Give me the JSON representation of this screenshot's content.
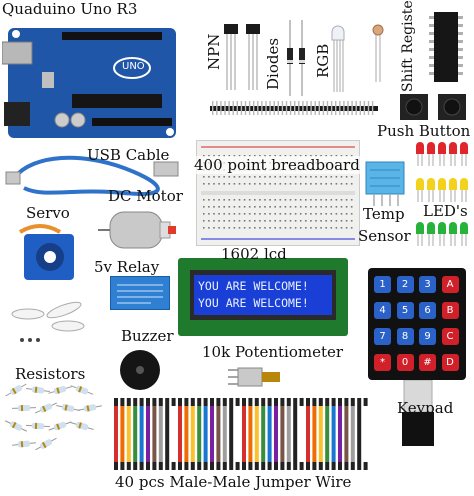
{
  "labels": {
    "arduino": "Quaduino Uno R3",
    "npn": "NPN",
    "diodes": "Diodes",
    "rgb": "RGB",
    "shift_register": "Shift Register",
    "push_button": "Push Button",
    "usb_cable": "USB Cable",
    "breadboard": "400 point breadboard",
    "dc_motor": "DC Motor",
    "servo": "Servo",
    "temp": "Temp",
    "sensor": "Sensor",
    "leds": "LED's",
    "relay": "5v Relay",
    "lcd": "1602 lcd",
    "buzzer": "Buzzer",
    "potentiometer": "10k Potentiometer",
    "resistors": "Resistors",
    "keypad": "Keypad",
    "jumper": "40 pcs Male-Male Jumper Wire"
  },
  "board_text": {
    "uno": "UNO"
  },
  "lcd_text": {
    "line1": "YOU ARE WELCOME!",
    "line2": "YOU ARE WELCOME!"
  },
  "keypad_keys": [
    [
      "1",
      "2",
      "3",
      "A"
    ],
    [
      "4",
      "5",
      "6",
      "B"
    ],
    [
      "7",
      "8",
      "9",
      "C"
    ],
    [
      "*",
      "0",
      "#",
      "D"
    ]
  ],
  "colors": {
    "board": "#1f56a8",
    "lcd_screen": "#1a3fd6",
    "key_blue": "#2b62c9",
    "key_red": "#d0202a",
    "led_red": "#e0262a",
    "led_yellow": "#f2d21b",
    "led_green": "#27b33a",
    "temp_sensor": "#5ab4e6"
  }
}
